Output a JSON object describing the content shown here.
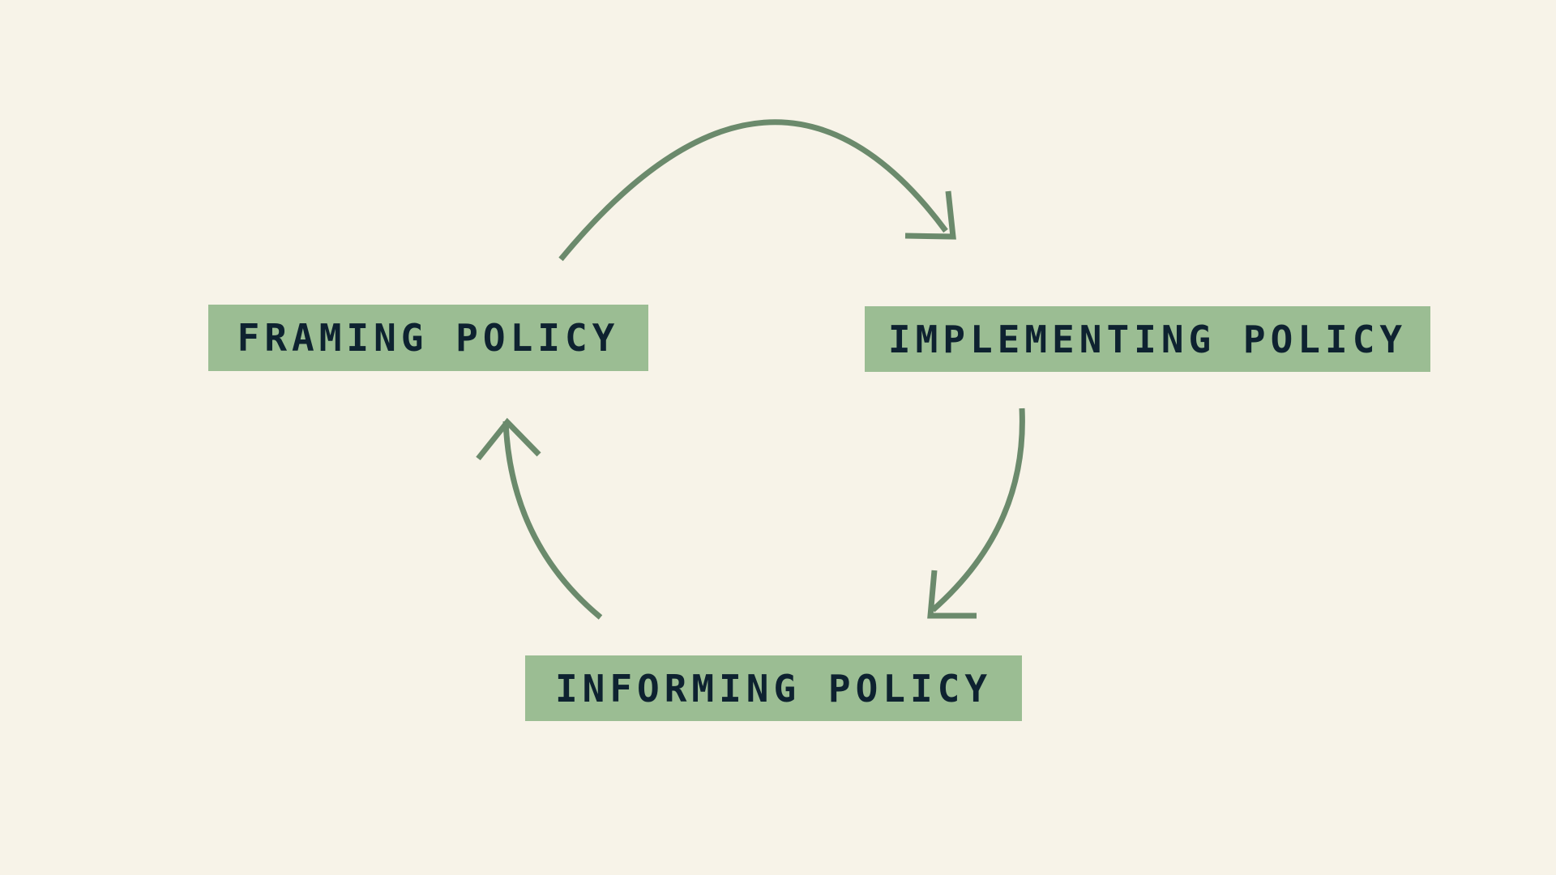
{
  "diagram": {
    "title": "Policy cycle",
    "nodes": [
      {
        "id": "framing",
        "label": "FRAMING POLICY"
      },
      {
        "id": "implementing",
        "label": "IMPLEMENTING POLICY"
      },
      {
        "id": "informing",
        "label": "INFORMING POLICY"
      }
    ],
    "edges": [
      {
        "from": "framing",
        "to": "implementing"
      },
      {
        "from": "implementing",
        "to": "informing"
      },
      {
        "from": "informing",
        "to": "framing"
      }
    ],
    "colors": {
      "background": "#f7f3e8",
      "box": "#9bbd93",
      "arrow": "#6b8a6c",
      "text": "#0e2230"
    }
  }
}
